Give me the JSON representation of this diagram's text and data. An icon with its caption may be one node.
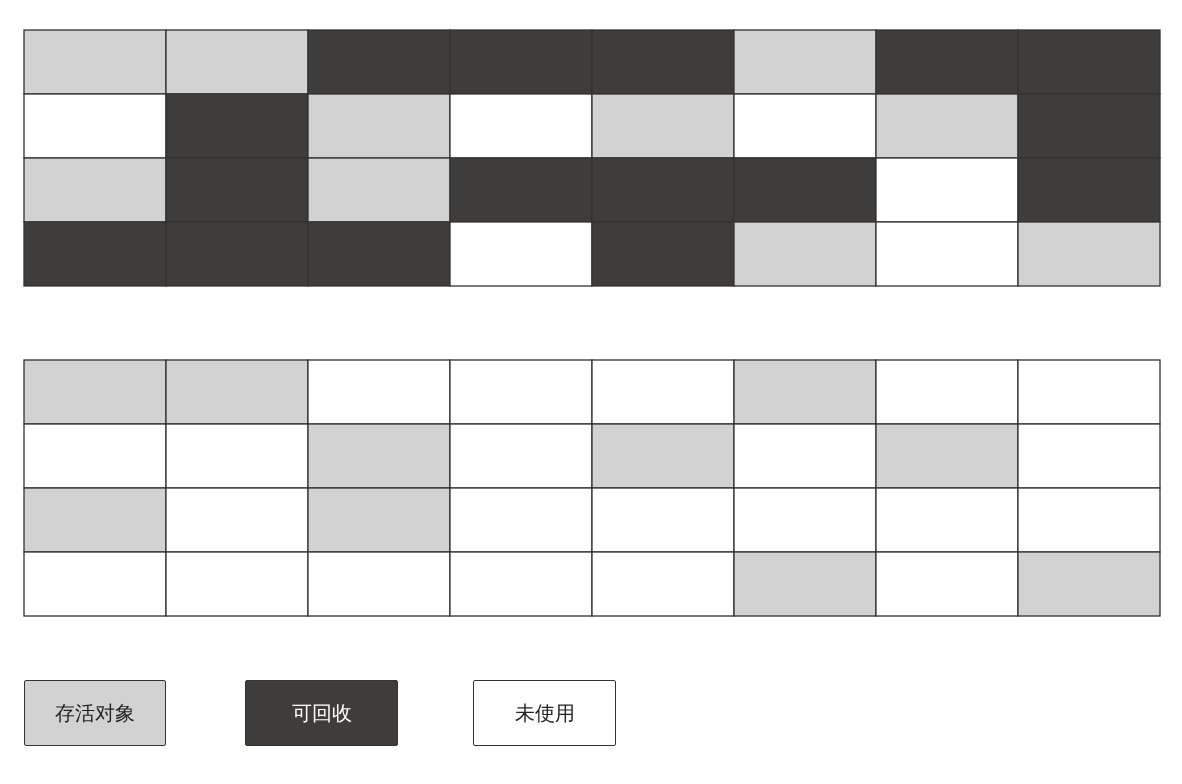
{
  "diagram": {
    "legend": [
      {
        "text": "存活对象",
        "color": "#d2d2d2"
      },
      {
        "text": "可回收",
        "color": "#3f3d3c"
      },
      {
        "text": "未使用",
        "color": "#ffffff"
      }
    ]
  }
}
